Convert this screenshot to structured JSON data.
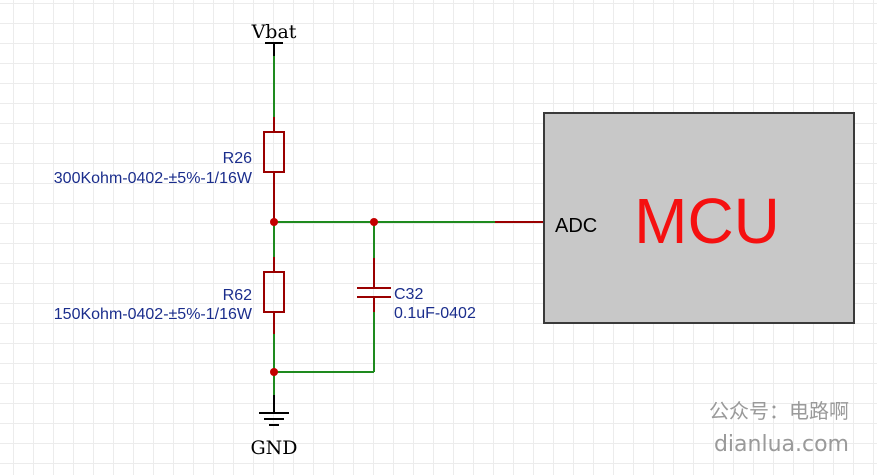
{
  "nets": {
    "vbat": "Vbat",
    "gnd": "GND"
  },
  "r26": {
    "ref": "R26",
    "value": "300Kohm-0402-±5%-1/16W"
  },
  "r62": {
    "ref": "R62",
    "value": "150Kohm-0402-±5%-1/16W"
  },
  "c32": {
    "ref": "C32",
    "value": "0.1uF-0402"
  },
  "mcu": {
    "label": "MCU",
    "pin": "ADC"
  },
  "watermark": {
    "line1": "公众号：电路啊",
    "line2": "dianlua.com"
  },
  "colors": {
    "wire": "#1e8a1e",
    "component": "#9a0000",
    "junction": "#c40000",
    "mcu_fill": "#c8c8c8",
    "ref_text": "#1a2d8c",
    "mcu_text": "#f51010"
  }
}
